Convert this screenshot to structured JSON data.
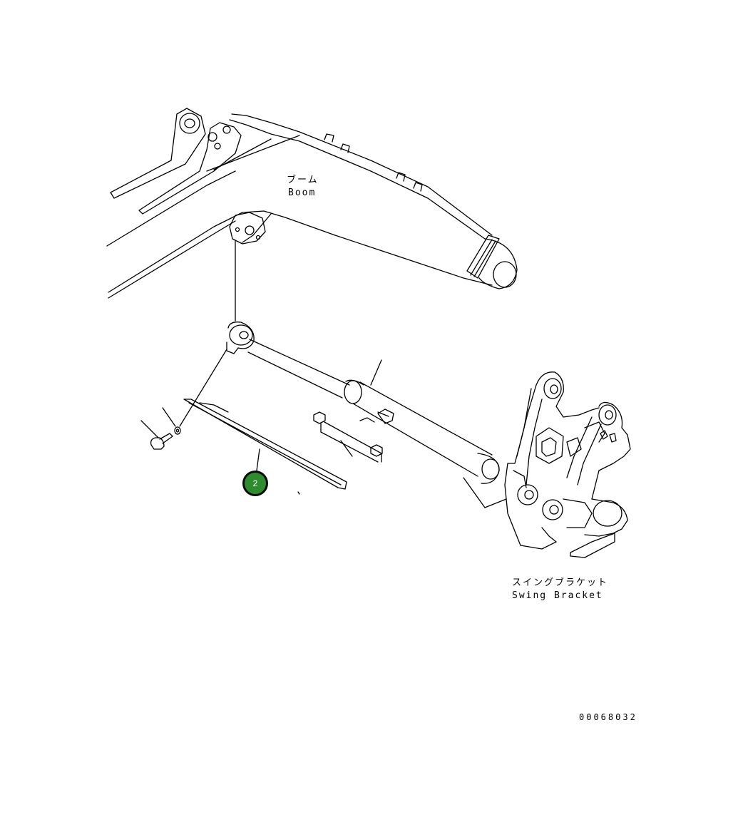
{
  "labels": {
    "boom_jp": "ブーム",
    "boom_en": "Boom",
    "swing_jp": "スイングブラケット",
    "swing_en": "Swing Bracket",
    "drawing_number": "00068032"
  },
  "callouts": [
    {
      "number": "2",
      "color": "#2e8b2e"
    }
  ]
}
